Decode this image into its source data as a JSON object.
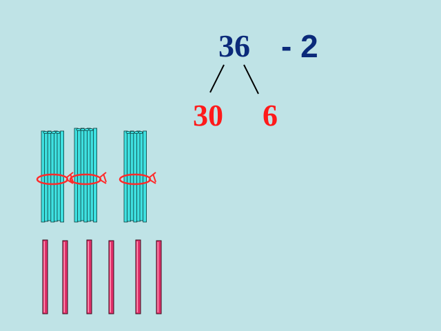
{
  "problem": {
    "minuend": "36",
    "subtrahend": "- 2"
  },
  "decomposition": {
    "tens": "30",
    "ones": "6"
  },
  "manipulatives": {
    "bundles_of_ten": 3,
    "single_sticks": 6
  },
  "colors": {
    "background": "#bfe3e6",
    "expression": "#0b2a7a",
    "parts": "#ff1a1a",
    "bundle_stick": "#3fe0e0",
    "bundle_outline": "#0a3a3a",
    "single_stick": "#e0306a",
    "tie": "#ff2a2a"
  }
}
